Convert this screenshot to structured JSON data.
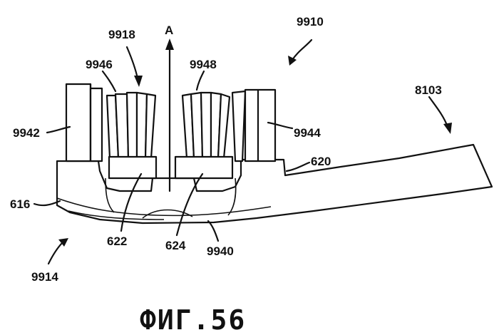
{
  "figure": {
    "caption": "ФИГ.56",
    "labels": {
      "l9910": "9910",
      "l9918": "9918",
      "lA": "A",
      "l9946": "9946",
      "l9948": "9948",
      "l8103": "8103",
      "l9942": "9942",
      "l9944": "9944",
      "l620": "620",
      "l616": "616",
      "l622": "622",
      "l624": "624",
      "l9940": "9940",
      "l9914": "9914"
    }
  }
}
